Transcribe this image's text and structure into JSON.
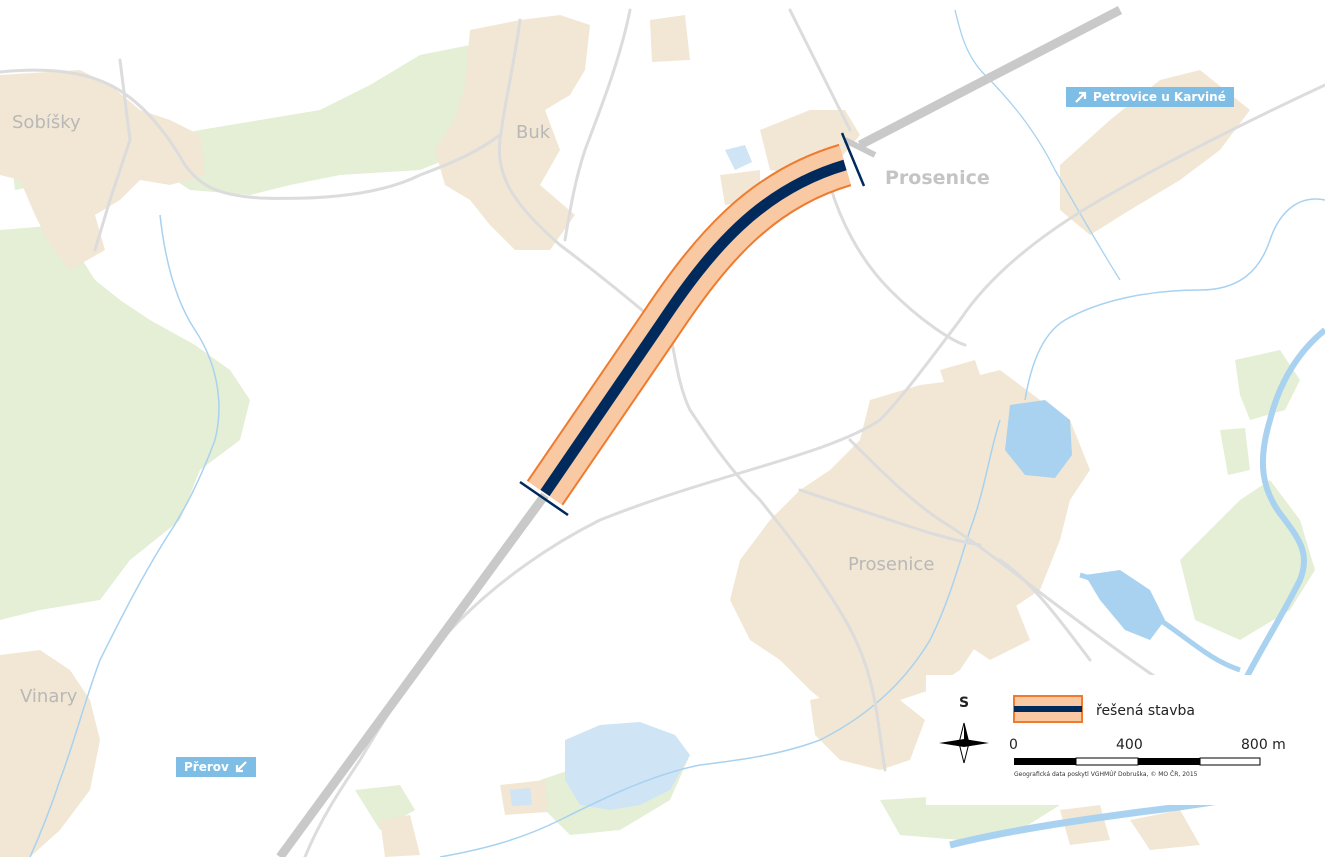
{
  "map": {
    "colors": {
      "forest": "#e4efd6",
      "settlement": "#f2e7d4",
      "water": "#cfe4f4",
      "river": "#a8d2f0",
      "road": "#dcdcdc",
      "motorway": "#c9c9c9",
      "project_fill": "#f8c9a3",
      "project_edge": "#f07b2e",
      "project_axis": "#002a5c"
    },
    "places": {
      "sobisky": "Sobíšky",
      "buk": "Buk",
      "prosenice_north": "Prosenice",
      "prosenice_south": "Prosenice",
      "vinary": "Vinary"
    },
    "directions": {
      "northeast": {
        "label": "Petrovice u Karviné",
        "icon": "arrow-northeast-icon"
      },
      "southwest": {
        "label": "Přerov",
        "icon": "arrow-southwest-icon"
      }
    }
  },
  "legend": {
    "north_label": "S",
    "project_label": "řešená stavba",
    "scale": {
      "ticks": [
        "0",
        "400",
        "800 m"
      ]
    },
    "credit": "Geografická data poskytl VGHMÚř Dobruška, © MO ČR, 2015"
  }
}
